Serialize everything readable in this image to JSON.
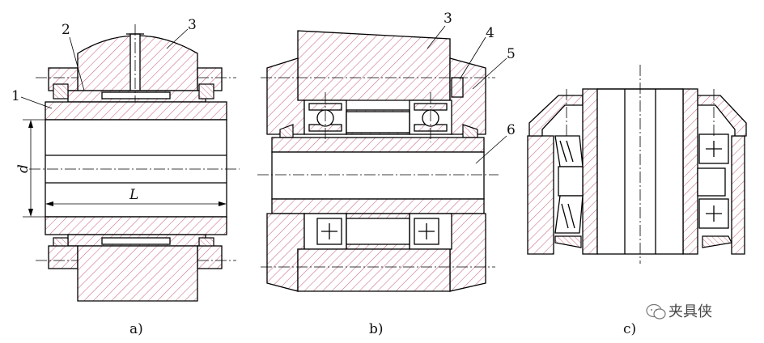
{
  "figure": {
    "views": [
      {
        "id": "a",
        "caption": "a)",
        "labels": [
          "1",
          "2",
          "3"
        ],
        "dims": [
          "d",
          "L"
        ]
      },
      {
        "id": "b",
        "caption": "b)",
        "labels": [
          "3",
          "4",
          "5",
          "6"
        ]
      },
      {
        "id": "c",
        "caption": "c)"
      }
    ]
  },
  "watermark": {
    "text": "夹具侠",
    "icon": "wechat-icon"
  },
  "colors": {
    "hatch": "#c96a7a",
    "outline": "#000000",
    "background": "#ffffff"
  }
}
